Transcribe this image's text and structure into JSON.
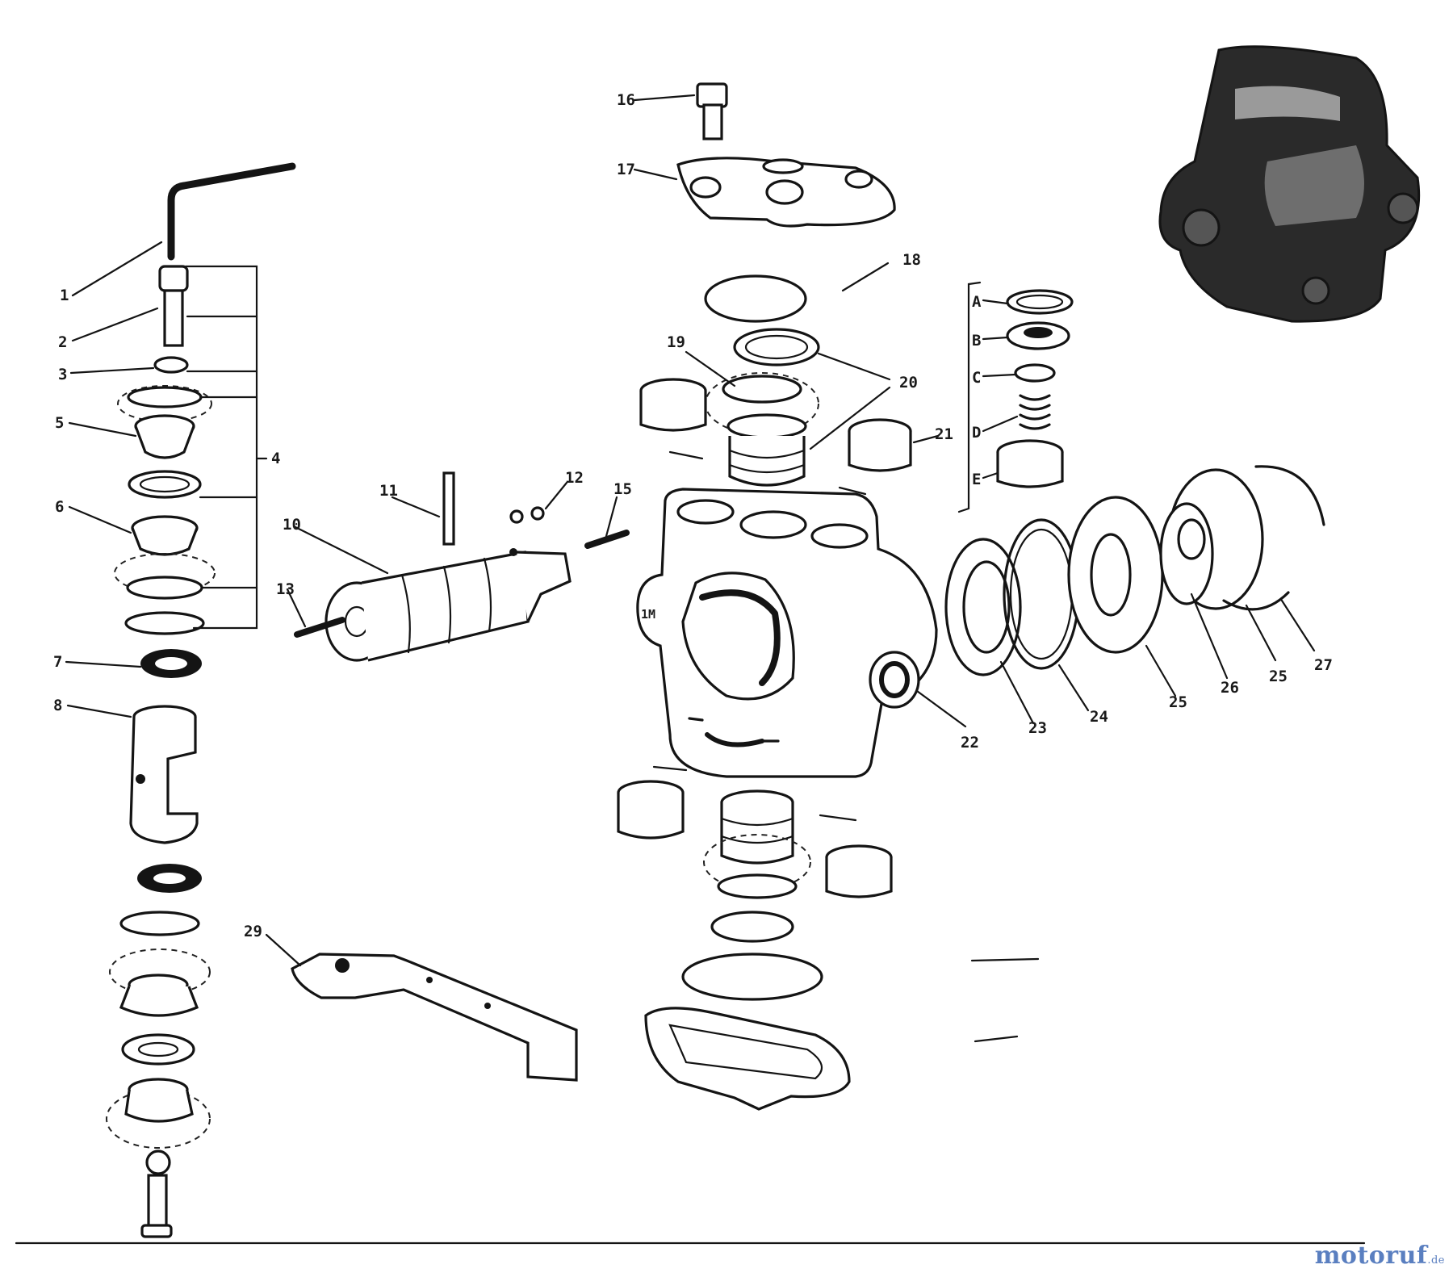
{
  "diagram": {
    "labels": {
      "l1": "1",
      "l2": "2",
      "l3": "3",
      "l4": "4",
      "l5": "5",
      "l6": "6",
      "l7": "7",
      "l8": "8",
      "l10": "10",
      "l11": "11",
      "l12": "12",
      "l13": "13",
      "l15": "15",
      "l16": "16",
      "l17": "17",
      "l18": "18",
      "l19": "19",
      "l20": "20",
      "l21": "21",
      "l22": "22",
      "l23": "23",
      "l24": "24",
      "l25a": "25",
      "l25b": "25",
      "l26": "26",
      "l27": "27",
      "l29": "29",
      "lA": "A",
      "lB": "B",
      "lC": "C",
      "lD": "D",
      "lE": "E"
    }
  },
  "watermark": {
    "text": "motoruf",
    "suffix": ".de",
    "color": "#5a7fc0"
  }
}
